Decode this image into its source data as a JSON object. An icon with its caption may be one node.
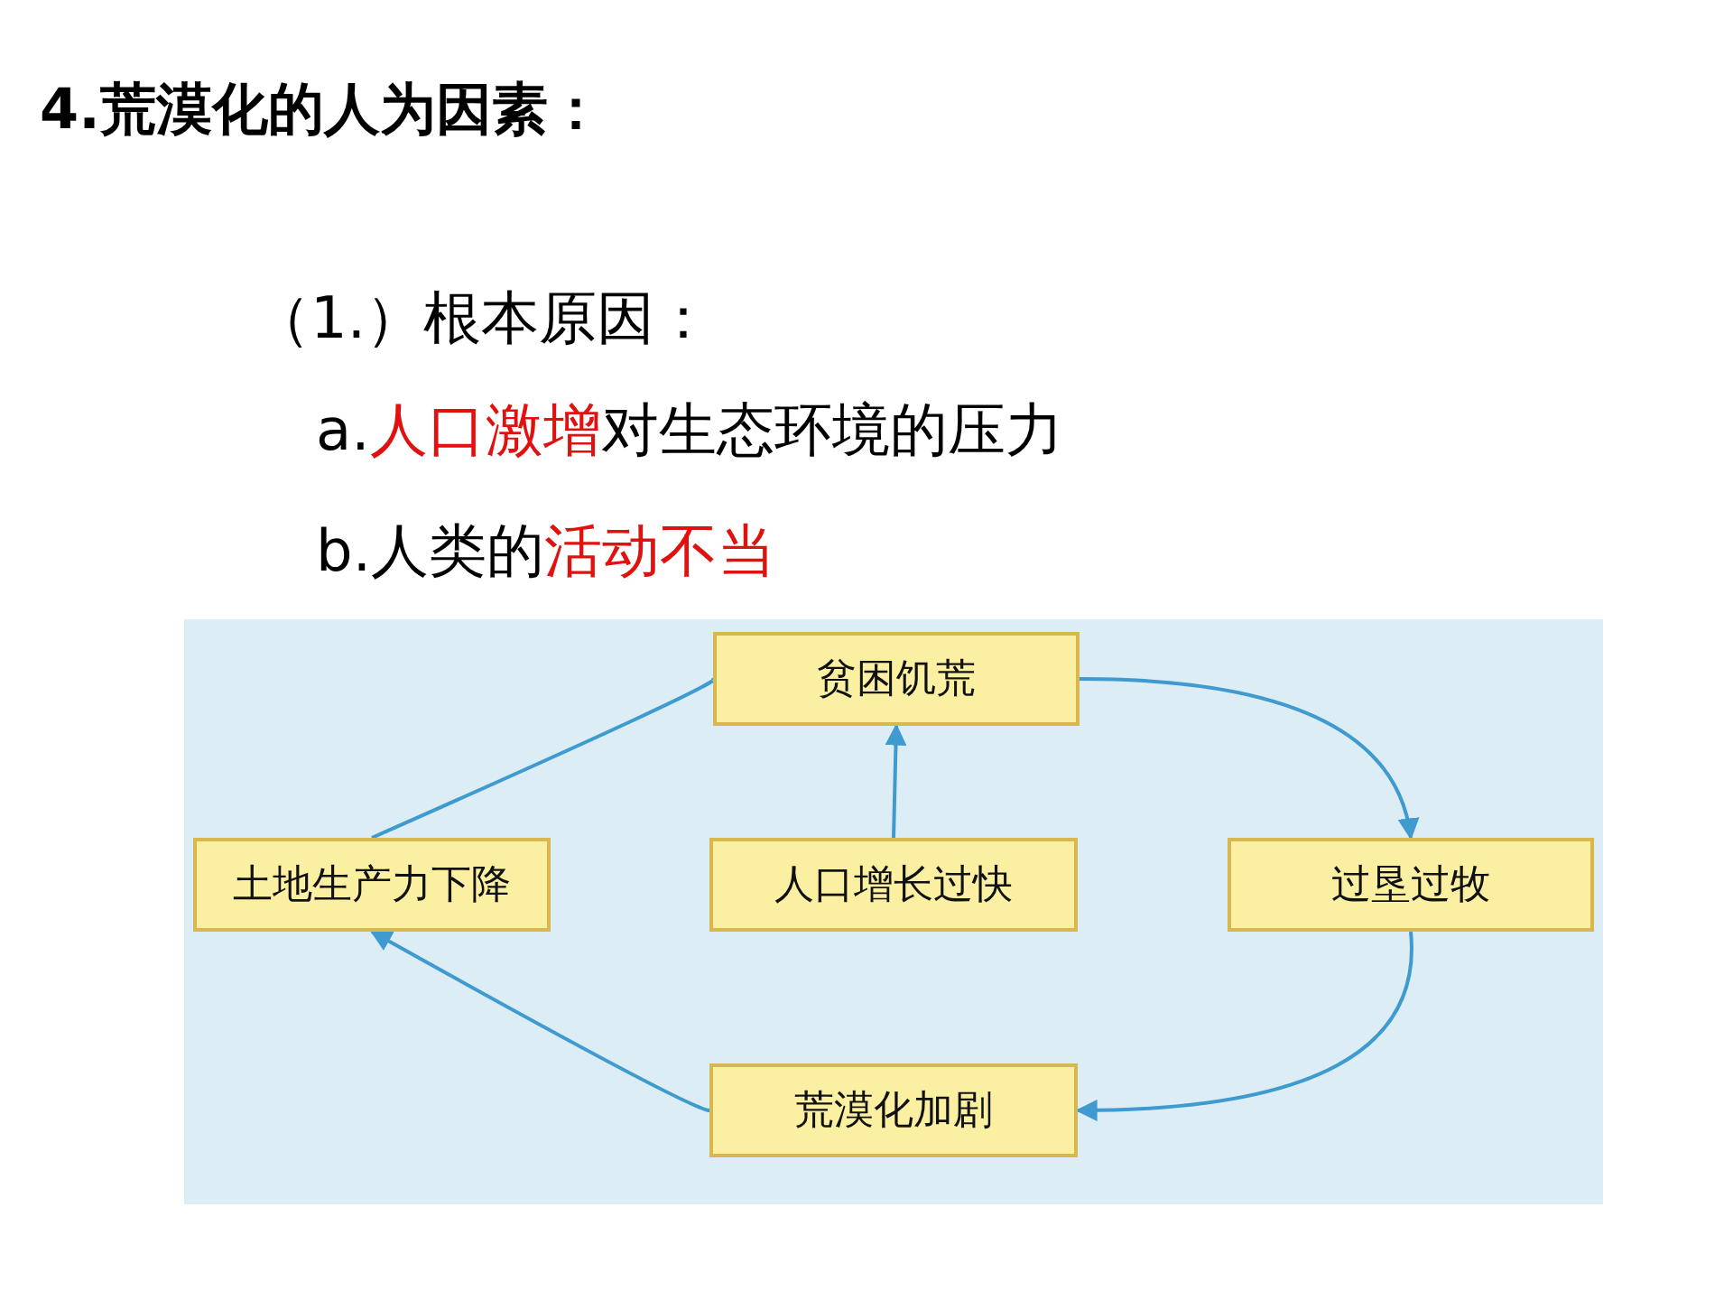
{
  "diagram": {
    "title": "4.荒漠化的人为因素：",
    "nodes": [
      {
        "text": [
          "贫困饥荒"
        ]
      },
      {
        "text": [
          "土地生产力下降"
        ]
      },
      {
        "text": [
          "人口增长过快"
        ]
      },
      {
        "text": [
          "过垦过牧"
        ]
      },
      {
        "text": [
          "荒漠化加剧"
        ]
      }
    ],
    "edges": [
      {
        "from": 0,
        "to": 3,
        "arrow": "to"
      },
      {
        "from": 3,
        "to": 4,
        "arrow": "to"
      },
      {
        "from": 4,
        "to": 1,
        "arrow": "to"
      },
      {
        "from": 1,
        "to": 0,
        "arrow": "to"
      },
      {
        "from": 2,
        "to": 0,
        "arrow": "to"
      }
    ],
    "labels": [
      "（1.）根本原因：",
      "a.**人口激增**对生态环境的压力",
      "b.人类的**活动不当**"
    ]
  }
}
